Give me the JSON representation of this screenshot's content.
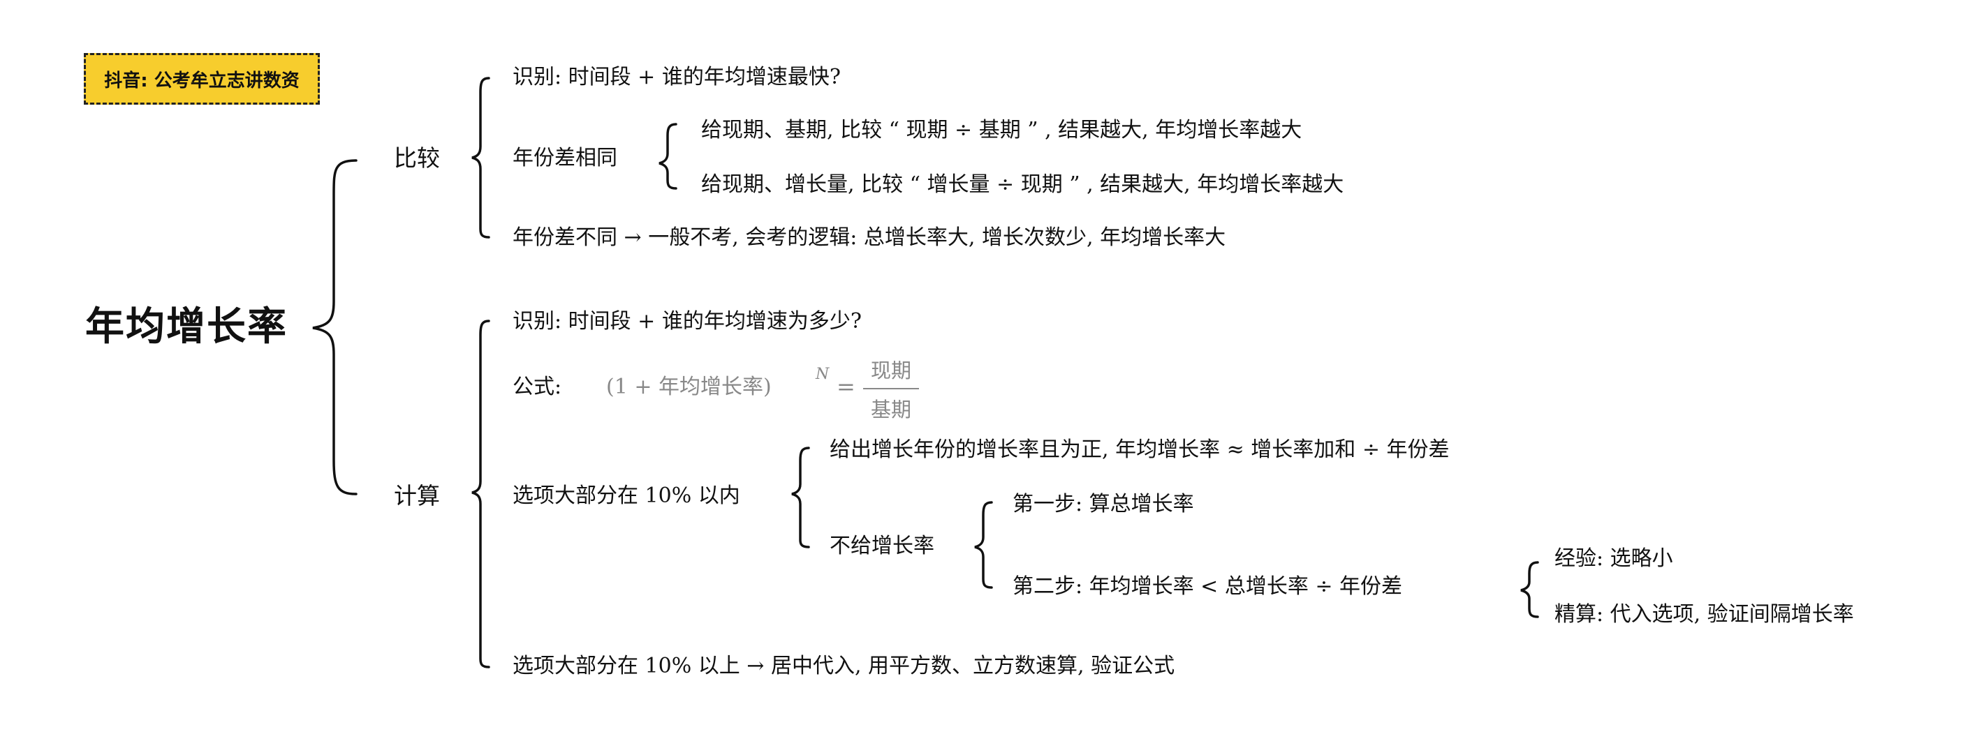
{
  "tag": "抖音: 公考牟立志讲数资",
  "root": "年均增长率",
  "compare": {
    "label": "比较",
    "identify": "识别: 时间段 + 谁的年均增速最快?",
    "same_diff": {
      "label": "年份差相同",
      "item1": "给现期、基期, 比较 “ 现期 ÷ 基期 ” , 结果越大, 年均增长率越大",
      "item2": "给现期、增长量, 比较 “ 增长量 ÷ 现期 ” , 结果越大, 年均增长率越大"
    },
    "diff": "年份差不同 → 一般不考, 会考的逻辑: 总增长率大, 增长次数少, 年均增长率大"
  },
  "calc": {
    "label": "计算",
    "identify": "识别: 时间段 + 谁的年均增速为多少?",
    "formula": {
      "label": "公式:",
      "lhs": "(1 + 年均增长率)",
      "exp": "N",
      "eq": "=",
      "num": "现期",
      "den": "基期"
    },
    "within": {
      "label": "选项大部分在 10% 以内",
      "given": "给出增长年份的增长率且为正, 年均增长率 ≈ 增长率加和 ÷ 年份差",
      "not_given": {
        "label": "不给增长率",
        "step1": "第一步: 算总增长率",
        "step2": "第二步: 年均增长率 < 总增长率 ÷ 年份差",
        "exp1": "经验: 选略小",
        "exp2": "精算: 代入选项, 验证间隔增长率"
      }
    },
    "above": "选项大部分在 10% 以上 → 居中代入, 用平方数、立方数速算, 验证公式"
  }
}
